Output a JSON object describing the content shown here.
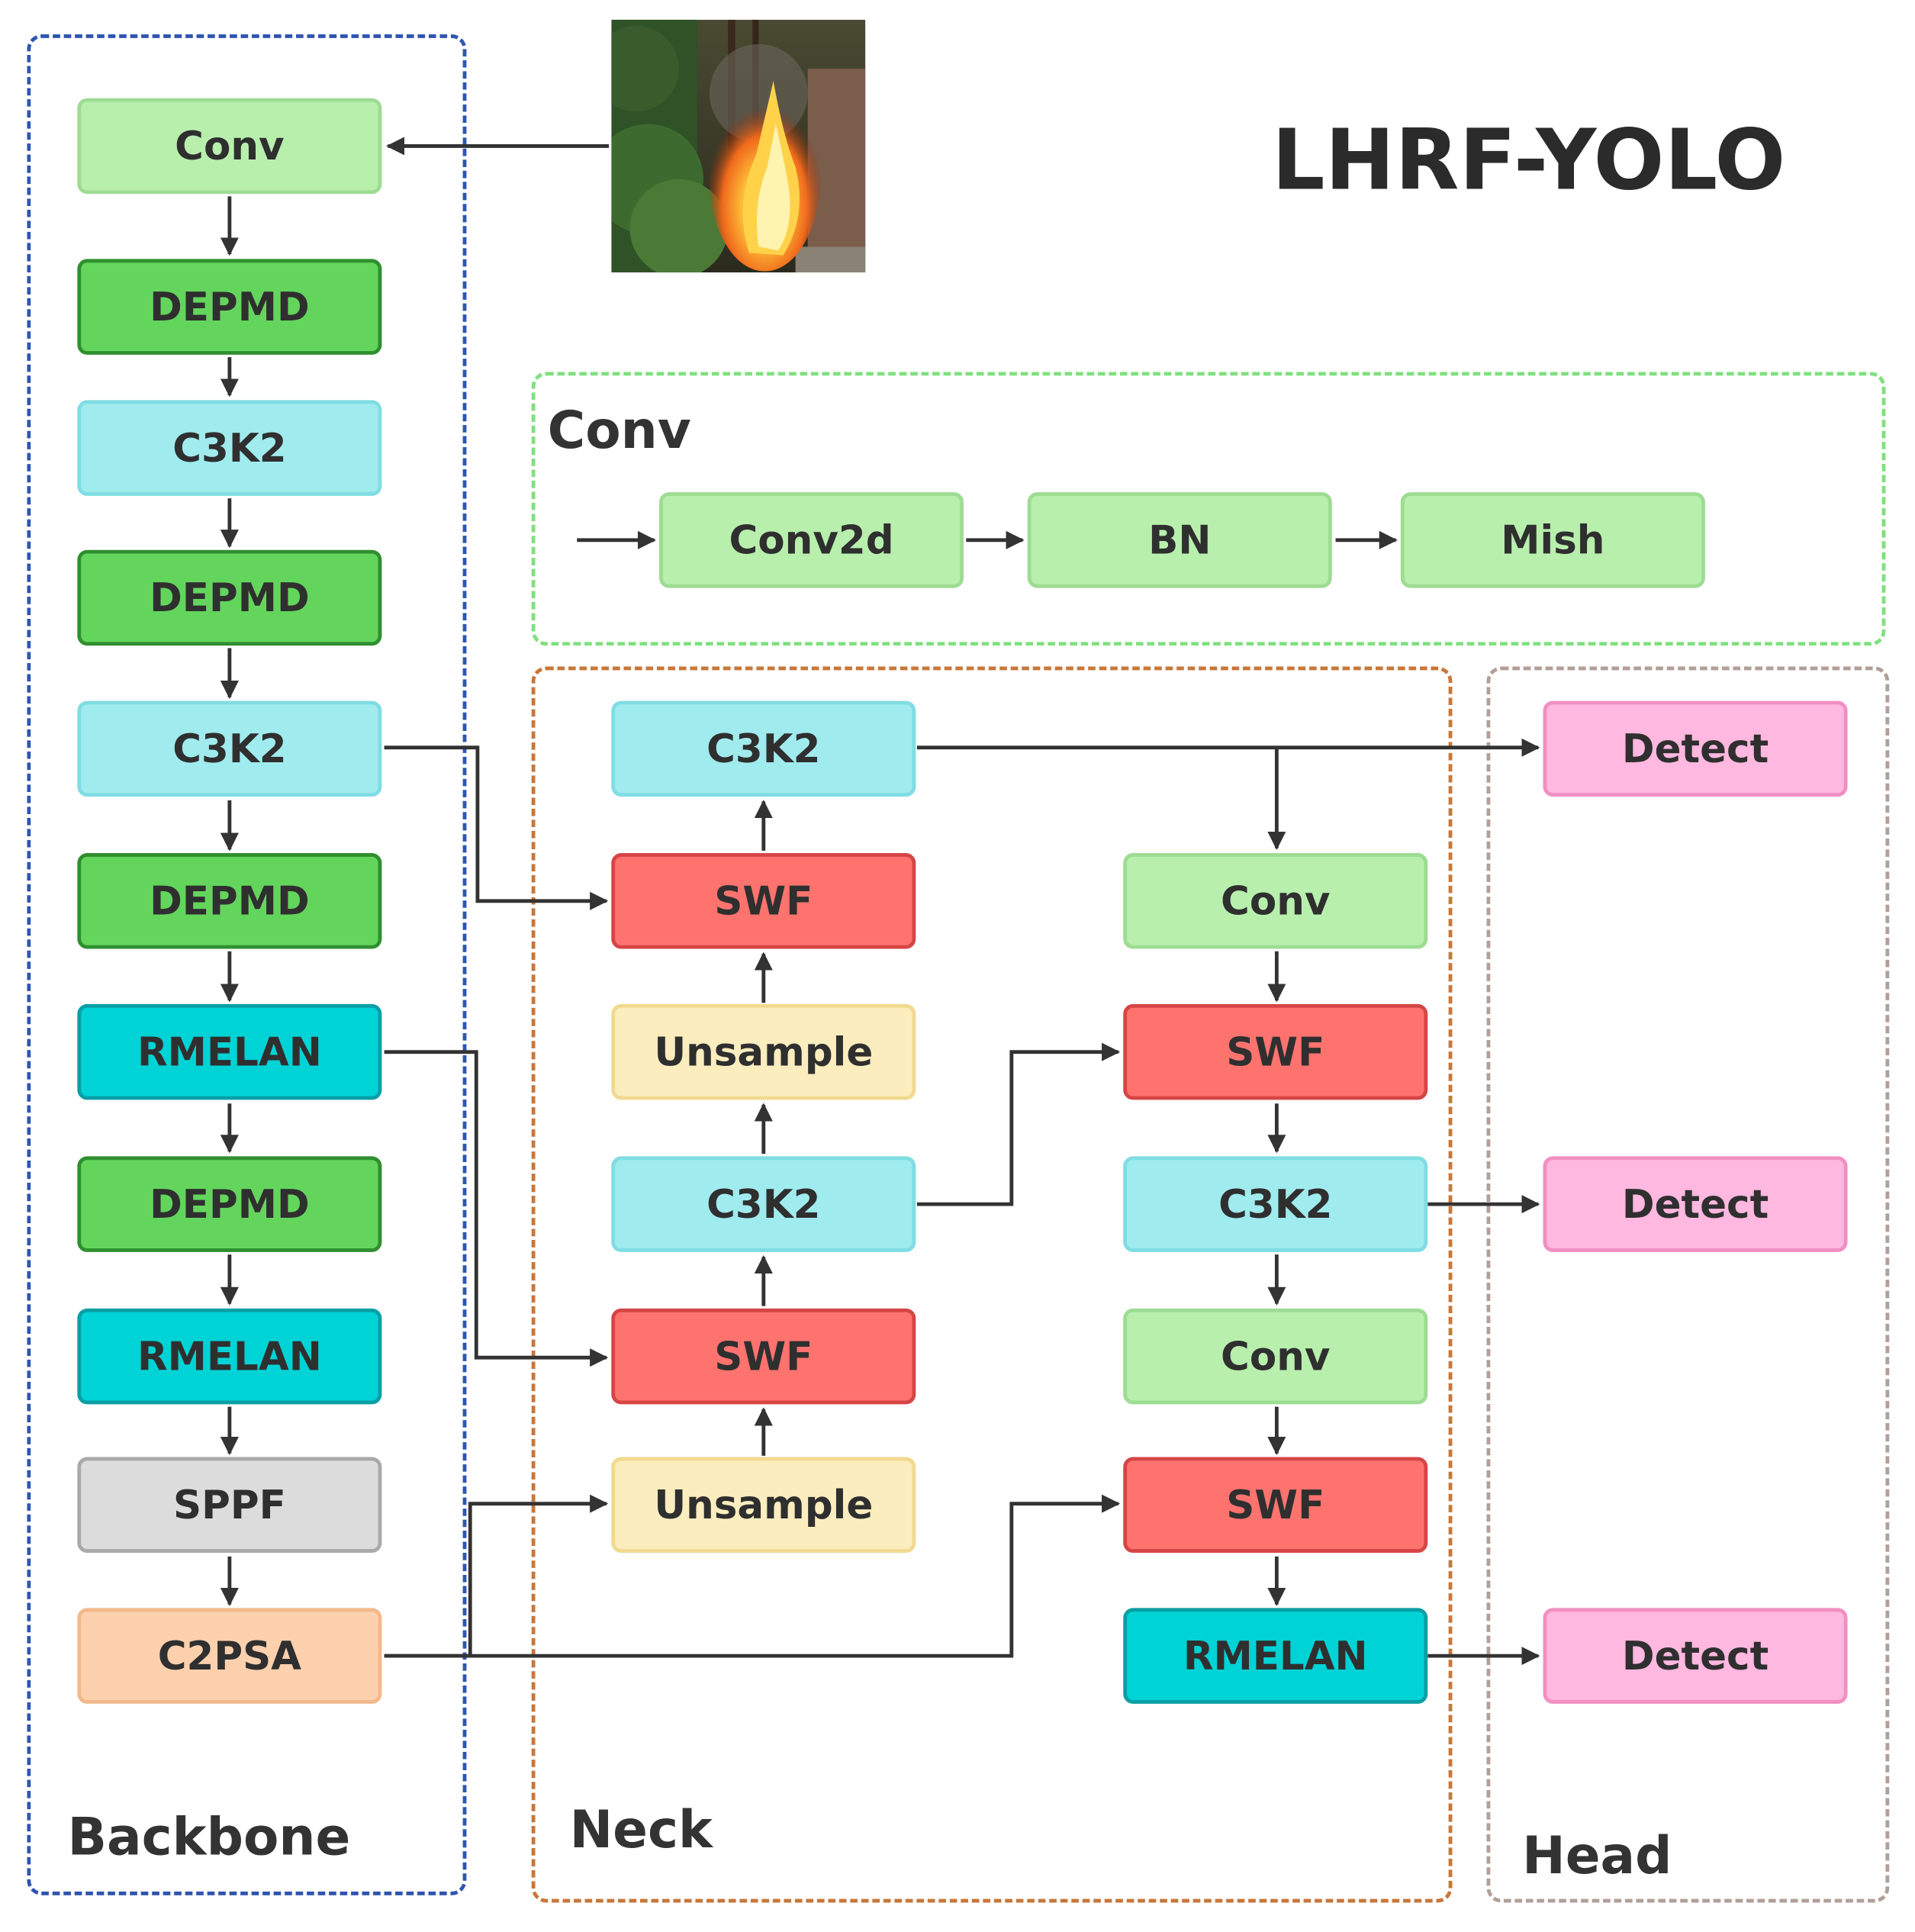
{
  "title": "LHRF-YOLO",
  "groups": {
    "backbone": "Backbone",
    "conv": "Conv",
    "neck": "Neck",
    "head": "Head"
  },
  "backbone": [
    "Conv",
    "DEPMD",
    "C3K2",
    "DEPMD",
    "C3K2",
    "DEPMD",
    "RMELAN",
    "DEPMD",
    "RMELAN",
    "SPPF",
    "C2PSA"
  ],
  "conv_block": [
    "Conv2d",
    "BN",
    "Mish"
  ],
  "neck_left": [
    "C3K2",
    "SWF",
    "Unsample",
    "C3K2",
    "SWF",
    "Unsample"
  ],
  "neck_right": [
    "Conv",
    "SWF",
    "C3K2",
    "Conv",
    "SWF",
    "RMELAN"
  ],
  "head": [
    "Detect",
    "Detect",
    "Detect"
  ],
  "colors": {
    "backbone_border": "#2f55b0",
    "conv_border": "#7fe07f",
    "neck_border": "#c8773a",
    "head_border": "#b19f98",
    "arrow": "#333333"
  }
}
